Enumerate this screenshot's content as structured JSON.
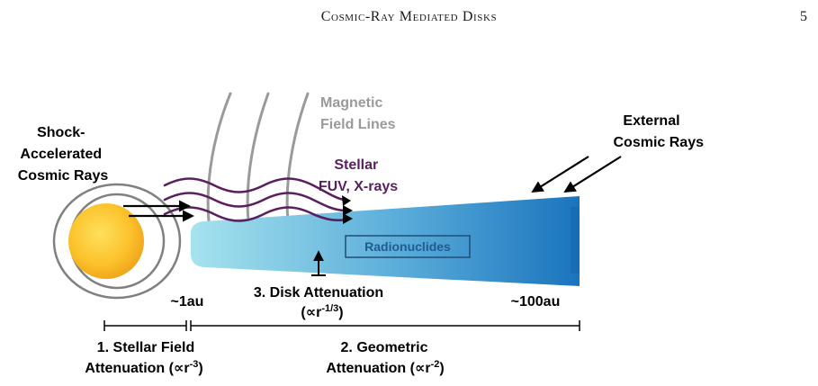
{
  "header": {
    "running_title": "Cosmic-Ray Mediated Disks",
    "page_number": "5"
  },
  "figure": {
    "labels": {
      "shock_cr": [
        "Shock-",
        "Accelerated",
        "Cosmic Rays"
      ],
      "magnetic": [
        "Magnetic",
        "Field Lines"
      ],
      "external": [
        "External",
        "Cosmic Rays"
      ],
      "stellar": [
        "Stellar",
        "FUV, X-rays"
      ],
      "radionuclides": "Radionuclides",
      "disk_attenuation": "3. Disk Attenuation",
      "disk_scaling_open": "(∝r",
      "disk_scaling_exp": "-1/3",
      "disk_scaling_close": ")",
      "au_inner": "~1au",
      "au_outer": "~100au",
      "stellar_field_1": "1. Stellar Field",
      "stellar_field_2": "Attenuation (∝r",
      "stellar_field_exp": "-3",
      "stellar_field_close": ")",
      "geometric_1": "2. Geometric",
      "geometric_2": "Attenuation (∝r",
      "geometric_exp": "-2",
      "geometric_close": ")"
    },
    "colors": {
      "magnetic_lines": "#9a9a9a",
      "stellar": "#5a1f5f",
      "disk_light": "#a6e3ee",
      "disk_dark": "#1a74bd",
      "radionuclides": "#1f5d8f",
      "star_core": "#ffd23a",
      "star_edge": "#f0a51c"
    }
  }
}
